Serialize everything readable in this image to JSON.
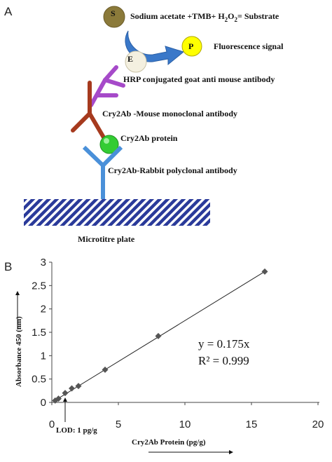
{
  "panel_a": {
    "label": "A",
    "substrate_badge": "S",
    "substrate_text": "Sodium acetate +TMB+ H",
    "substrate_text_sub1": "2",
    "substrate_text_mid": "O",
    "substrate_text_sub2": "2",
    "substrate_text_end": "= Substrate",
    "product_badge": "P",
    "product_text": "Fluorescence signal",
    "enzyme_badge": "E",
    "secondary_antibody": "HRP conjugated goat anti mouse antibody",
    "primary_antibody": "Cry2Ab -Mouse monoclonal antibody",
    "antigen": "Cry2Ab protein",
    "capture_antibody": "Cry2Ab-Rabbit  polyclonal antibody",
    "plate": "Microtitre plate",
    "colors": {
      "substrate": "#8b7a3a",
      "product": "#ffff00",
      "arrow": "#3a78c9",
      "enzyme": "#f4f0e0",
      "secondary": "#a64ac9",
      "primary": "#a63a1e",
      "antigen": "#33cc33",
      "capture": "#4a90d9",
      "plate": "#2a3a9a"
    }
  },
  "panel_b": {
    "label": "B",
    "equation": "y = 0.175x",
    "r_squared": "R² = 0.999",
    "lod_label": "LOD: 1 pg/g",
    "chart_data": {
      "type": "scatter",
      "xlabel": "Cry2Ab Protein (pg/g)",
      "ylabel": "Absorbance 450 (nm)",
      "xlim": [
        0,
        20
      ],
      "ylim": [
        0,
        3
      ],
      "x_ticks": [
        "0",
        "5",
        "10",
        "15",
        "20"
      ],
      "y_ticks": [
        "0",
        "0.5",
        "1",
        "1.5",
        "2",
        "2.5",
        "3"
      ],
      "points": [
        {
          "x": 0.25,
          "y": 0.04
        },
        {
          "x": 0.5,
          "y": 0.08
        },
        {
          "x": 1,
          "y": 0.2
        },
        {
          "x": 1.5,
          "y": 0.3
        },
        {
          "x": 2,
          "y": 0.35
        },
        {
          "x": 4,
          "y": 0.7
        },
        {
          "x": 8,
          "y": 1.42
        },
        {
          "x": 16,
          "y": 2.8
        }
      ],
      "trendline": {
        "slope": 0.175,
        "intercept": 0
      },
      "grid": false,
      "marker_color": "#555555"
    }
  }
}
